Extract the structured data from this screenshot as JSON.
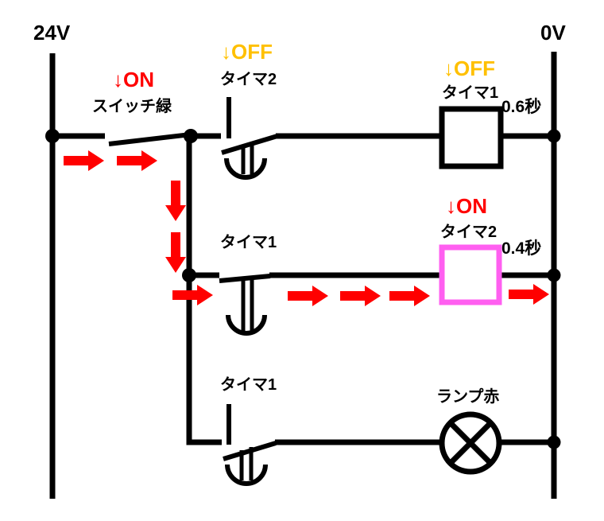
{
  "colors": {
    "wire": "#000000",
    "flow_arrow": "#FF0000",
    "state_on": "#FF0000",
    "state_off": "#FFC000",
    "energized_coil_outline": "#FF5FF0"
  },
  "rails": {
    "left": "24V",
    "right": "0V"
  },
  "rung1": {
    "switch": {
      "state": "↓ON",
      "label": "スイッチ緑"
    },
    "timer2_contact": {
      "state": "↓OFF",
      "label": "タイマ2"
    },
    "timer1_coil": {
      "state": "↓OFF",
      "label": "タイマ1",
      "delay": "0.6秒"
    }
  },
  "rung2": {
    "timer1_contact": {
      "label": "タイマ1"
    },
    "timer2_coil": {
      "state": "↓ON",
      "label": "タイマ2",
      "delay": "0.4秒"
    }
  },
  "rung3": {
    "timer1_contact": {
      "label": "タイマ1"
    },
    "lamp": {
      "label": "ランプ赤"
    }
  }
}
